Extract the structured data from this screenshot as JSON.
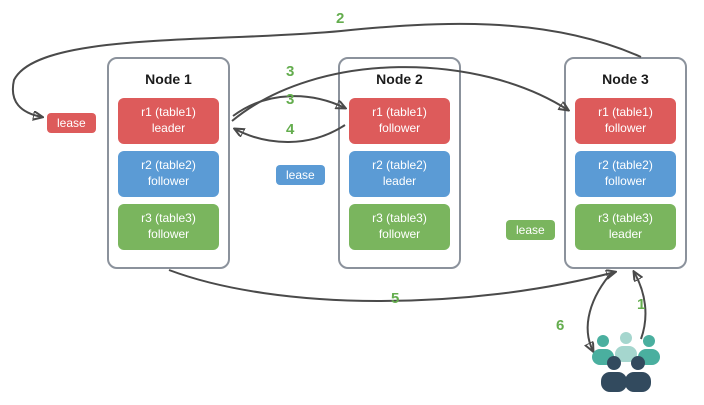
{
  "diagram": {
    "description": "replication-leaseholder-diagram"
  },
  "colors": {
    "replica_red": "#dd5b5b",
    "replica_blue": "#5b9bd5",
    "replica_green": "#7ab55e",
    "step_green": "#64ad4e",
    "arrow_gray": "#4a4a4a",
    "node_border": "#8b929c",
    "users_teal": "#4aaf9f",
    "users_light_teal": "#a5d6ce",
    "users_dark": "#324a5e"
  },
  "nodes": [
    {
      "title": "Node 1",
      "replicas": [
        {
          "name": "r1 (table1)",
          "role": "leader"
        },
        {
          "name": "r2 (table2)",
          "role": "follower"
        },
        {
          "name": "r3 (table3)",
          "role": "follower"
        }
      ]
    },
    {
      "title": "Node 2",
      "replicas": [
        {
          "name": "r1 (table1)",
          "role": "follower"
        },
        {
          "name": "r2 (table2)",
          "role": "leader"
        },
        {
          "name": "r3 (table3)",
          "role": "follower"
        }
      ]
    },
    {
      "title": "Node 3",
      "replicas": [
        {
          "name": "r1 (table1)",
          "role": "follower"
        },
        {
          "name": "r2 (table2)",
          "role": "follower"
        },
        {
          "name": "r3 (table3)",
          "role": "leader"
        }
      ]
    }
  ],
  "leases": {
    "r1": "lease",
    "r2": "lease",
    "r3": "lease"
  },
  "steps": {
    "s1": "1",
    "s2": "2",
    "s3a": "3",
    "s3b": "3",
    "s4": "4",
    "s5": "5",
    "s6": "6"
  },
  "icons": {
    "client": "users-group-icon"
  }
}
